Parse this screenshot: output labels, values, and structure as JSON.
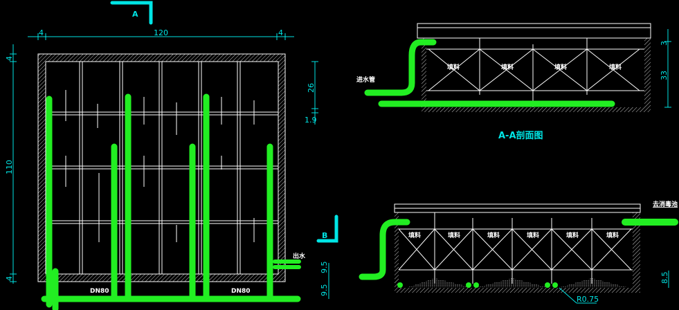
{
  "plan_view": {
    "section_marker_a": "A",
    "section_marker_b": "B",
    "dim_top": [
      "4",
      "120",
      "4"
    ],
    "dim_left": [
      "4",
      "110",
      "4"
    ],
    "dim_right": [
      "26",
      "1.9"
    ],
    "dim_outlet": [
      "9.5",
      "9.5"
    ],
    "outlet_label": "出水",
    "pipe_labels": [
      "DN80",
      "DN80"
    ]
  },
  "section_aa": {
    "title": "A-A剖面图",
    "fill_label": "填料",
    "inlet_label": "进水管",
    "dims": [
      "3",
      "33"
    ]
  },
  "section_bb": {
    "fill_label": "填料",
    "outlet_label": "去消毒池",
    "dims": [
      "8.5"
    ],
    "radius_label": "R0.75"
  },
  "colors": {
    "background": "#000000",
    "lines": "#ffffff",
    "dimensions": "#00e5e5",
    "pipes": "#22ee22"
  }
}
